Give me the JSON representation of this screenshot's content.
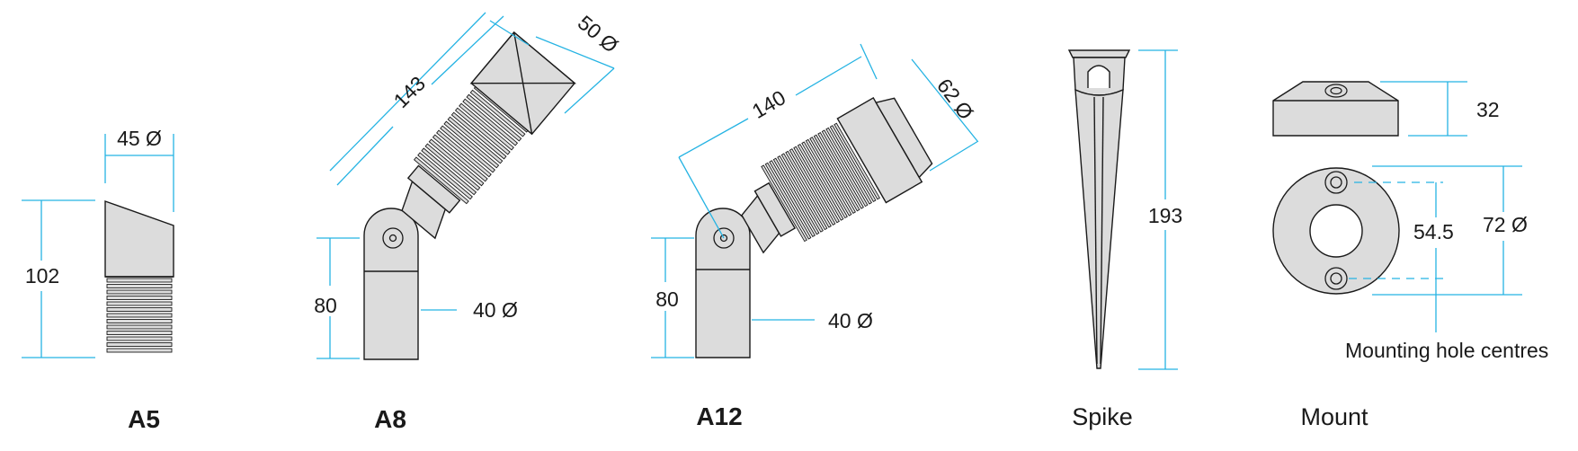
{
  "products": {
    "a5": {
      "label": "A5",
      "height": "102",
      "diameter": "45 Ø"
    },
    "a8": {
      "label": "A8",
      "length": "143",
      "diameter": "50 Ø",
      "stem_height": "80",
      "stem_diameter": "40 Ø"
    },
    "a12": {
      "label": "A12",
      "length": "140",
      "diameter": "62 Ø",
      "stem_height": "80",
      "stem_diameter": "40 Ø"
    },
    "spike": {
      "label": "Spike",
      "height": "193"
    },
    "mount": {
      "label": "Mount",
      "height": "32",
      "diameter": "72 Ø",
      "hole_spacing": "54.5",
      "note": "Mounting hole centres"
    }
  },
  "colors": {
    "dimension_line": "#25b3e3",
    "body_fill": "#dcdcdc",
    "outline": "#1a1a1a"
  }
}
